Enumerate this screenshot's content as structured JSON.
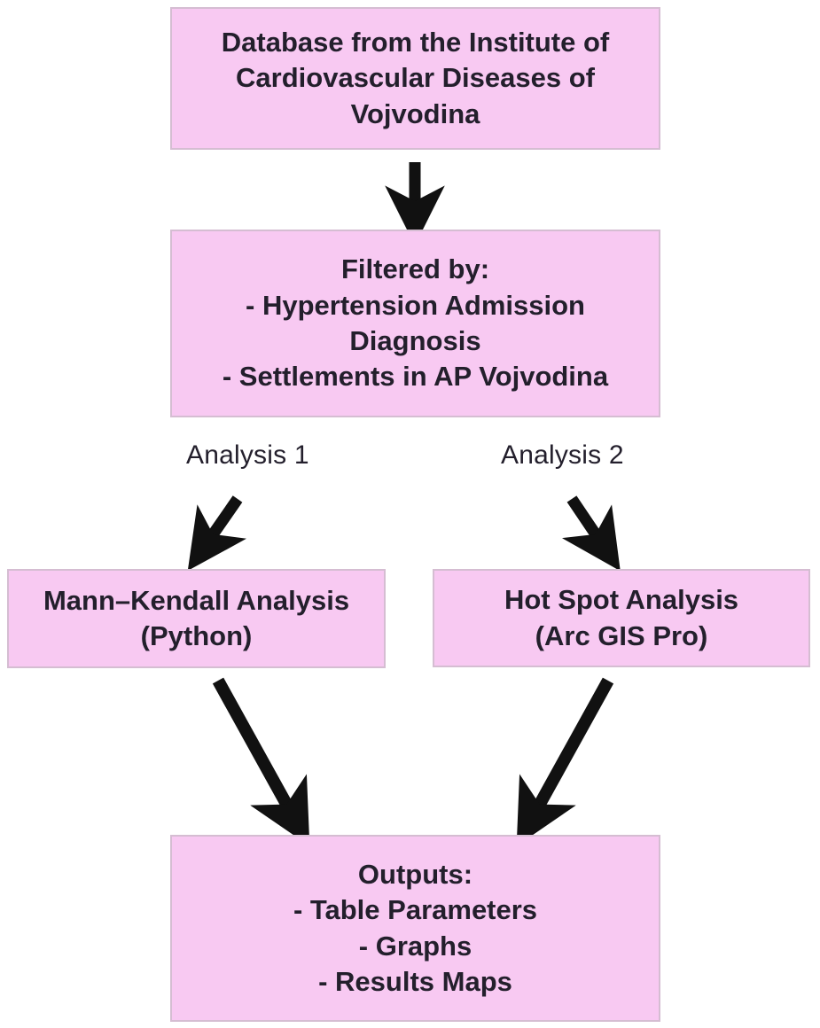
{
  "diagram": {
    "title": "Methodology flowchart",
    "colors": {
      "node_fill": "#f8c9f2",
      "node_border": "#d5bdd2",
      "text": "#231f2c",
      "arrow": "#111111",
      "background": "#ffffff"
    },
    "nodes": [
      {
        "id": "source",
        "text": "Database from the Institute of Cardiovascular Diseases of Vojvodina"
      },
      {
        "id": "filter",
        "text": "Filtered by:\n- Hypertension Admission Diagnosis\n- Settlements in AP Vojvodina"
      },
      {
        "id": "mann_kendall",
        "text": "Mann–Kendall Analysis\n(Python)"
      },
      {
        "id": "hot_spot",
        "text": "Hot Spot Analysis\n(Arc GIS Pro)"
      },
      {
        "id": "outputs",
        "text": "Outputs:\n- Table Parameters\n- Graphs\n- Results Maps"
      }
    ],
    "branch_labels": [
      {
        "id": "analysis_1",
        "text": "Analysis 1"
      },
      {
        "id": "analysis_2",
        "text": "Analysis 2"
      }
    ],
    "edges": [
      {
        "id": "source-to-filter",
        "from": "source",
        "to": "filter",
        "style": "vertical-arrow"
      },
      {
        "id": "filter-to-mk",
        "from": "filter",
        "to": "mann_kendall",
        "style": "diagonal-arrow-left",
        "label": "Analysis 1"
      },
      {
        "id": "filter-to-hotspot",
        "from": "filter",
        "to": "hot_spot",
        "style": "diagonal-arrow-right",
        "label": "Analysis 2"
      },
      {
        "id": "mk-to-outputs",
        "from": "mann_kendall",
        "to": "outputs",
        "style": "long-diagonal-arrow-right"
      },
      {
        "id": "hotspot-to-outputs",
        "from": "hot_spot",
        "to": "outputs",
        "style": "long-diagonal-arrow-left"
      }
    ]
  }
}
